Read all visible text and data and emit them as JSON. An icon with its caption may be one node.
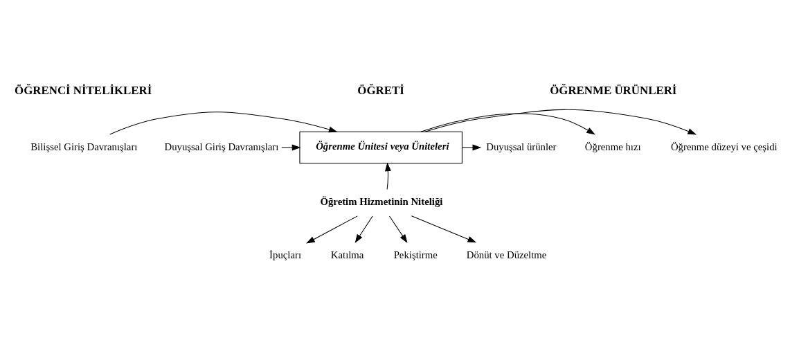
{
  "diagram": {
    "nodes": [
      {
        "text": [
          "Bilişsel Giriş Davranışları"
        ]
      },
      {
        "text": [
          "Duyuşsal Giriş Davranışları"
        ]
      },
      {
        "text": [
          "Öğrenme Ünitesi veya Üniteleri"
        ]
      },
      {
        "text": [
          "Öğrenme düzeyi ve çeşidi"
        ]
      },
      {
        "text": [
          "Öğrenme hızı"
        ]
      },
      {
        "text": [
          "Duyuşsal ürünler"
        ]
      },
      {
        "text": [
          "Öğretim Hizmetinin Niteliği"
        ]
      },
      {
        "text": [
          "İpuçları"
        ]
      },
      {
        "text": [
          "Katılma"
        ]
      },
      {
        "text": [
          "Pekiştirme"
        ]
      },
      {
        "text": [
          "Dönüt ve Düzeltme"
        ]
      }
    ],
    "edges": [
      {
        "from": 0,
        "to": 2,
        "arrow": "to"
      },
      {
        "from": 1,
        "to": 2,
        "arrow": "to"
      },
      {
        "from": 2,
        "to": 3,
        "arrow": "to"
      },
      {
        "from": 2,
        "to": 4,
        "arrow": "to"
      },
      {
        "from": 2,
        "to": 5,
        "arrow": "to"
      },
      {
        "from": 6,
        "to": 2,
        "arrow": "to"
      },
      {
        "from": 6,
        "to": 7,
        "arrow": "to"
      },
      {
        "from": 6,
        "to": 8,
        "arrow": "to"
      },
      {
        "from": 6,
        "to": 9,
        "arrow": "to"
      },
      {
        "from": 6,
        "to": 10,
        "arrow": "to"
      }
    ],
    "labels": [
      "ÖĞRENCİ NİTELİKLERİ",
      "ÖĞRETİ",
      "ÖĞRENME ÜRÜNLERİ"
    ]
  }
}
